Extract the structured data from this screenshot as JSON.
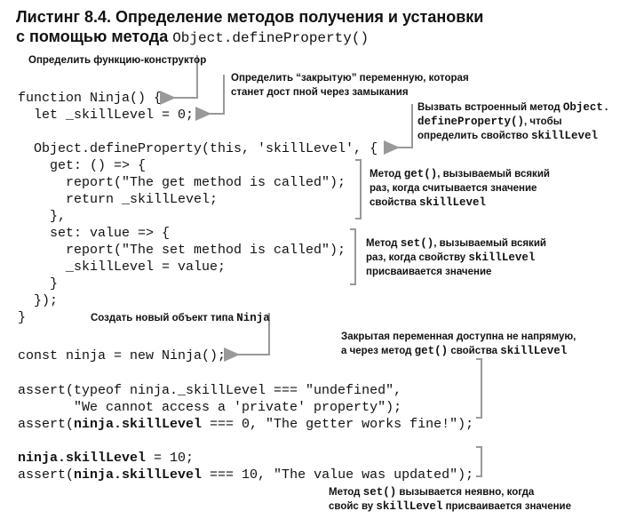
{
  "title": {
    "line1": "Листинг 8.4. Определение методов получения и установки",
    "line2_prefix": "с помощью метода ",
    "line2_code": "Object.defineProperty()"
  },
  "code": [
    "function Ninja() {",
    "  let _skillLevel = 0;",
    "  Object.defineProperty(this, 'skillLevel', {",
    "    get: () => {",
    "      report(\"The get method is called\");",
    "      return _skillLevel;",
    "    },",
    "    set: value => {",
    "      report(\"The set method is called\");",
    "      _skillLevel = value;",
    "    }",
    "  });",
    "}",
    "const ninja = new Ninja();",
    "assert(typeof ninja._skillLevel === \"undefined\",",
    "       \"We cannot access a 'private' property\");",
    "assert(",
    "ninja.skillLevel",
    " === 0, \"The getter works fine!\");",
    "ninja.skillLevel",
    " = 10;",
    "assert(",
    "ninja.skillLevel",
    " === 10, \"The value was updated\");"
  ],
  "annotations": {
    "constructor": "Определить функцию-конструктор",
    "private_var_1": "Определить “закрытую” переменную, которая",
    "private_var_2": "станет дост  пной через замыкания",
    "define_prop_1a": "Вызвать встроенный метод ",
    "define_prop_1b": "Object.",
    "define_prop_2a": "defineProperty()",
    "define_prop_2b": ", чтобы",
    "define_prop_3a": "определить свойство ",
    "define_prop_3b": "skillLevel",
    "get_1a": "Метод ",
    "get_1b": "get()",
    "get_1c": ", вызываемый всякий",
    "get_2": "раз, когда считывается значение",
    "get_3a": "свойства ",
    "get_3b": "skillLevel",
    "set_1a": "Метод ",
    "set_1b": "set()",
    "set_1c": ", вызываемый всякий",
    "set_2a": "раз, когда свойству ",
    "set_2b": "skillLevel",
    "set_3": "присваивается значение",
    "new_obj_a": "Создать новый объект типа ",
    "new_obj_b": "Ninja",
    "private_access_1": "Закрытая переменная доступна не напрямую,",
    "private_access_2a": "а через метод ",
    "private_access_2b": "get()",
    "private_access_2c": " свойства ",
    "private_access_2d": "skillLevel",
    "implicit_set_1a": "Метод ",
    "implicit_set_1b": "set()",
    "implicit_set_1c": " вызывается неявно, когда",
    "implicit_set_2a": "свойс  ву ",
    "implicit_set_2b": "skillLevel",
    "implicit_set_2c": " присваивается значение"
  }
}
